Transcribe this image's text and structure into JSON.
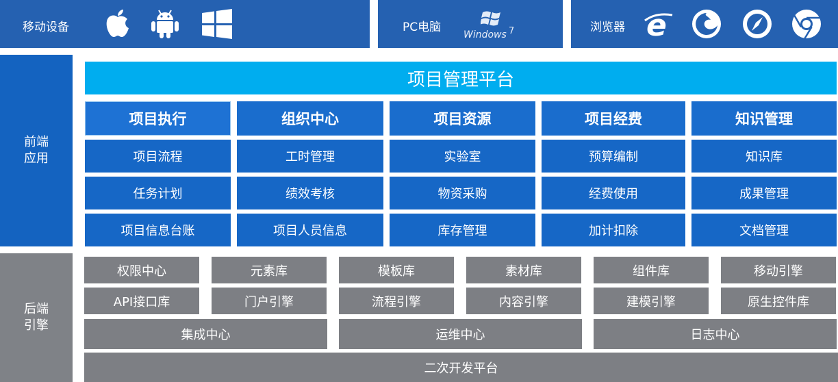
{
  "top": {
    "mobile_label": "移动设备",
    "mobile_icons": [
      "apple-icon",
      "android-icon",
      "windows-icon"
    ],
    "pc_label": "PC电脑",
    "pc_logo_text": "Windows",
    "pc_logo_version": "7",
    "browser_label": "浏览器",
    "browser_icons": [
      "ie-icon",
      "firefox-icon",
      "safari-icon",
      "chrome-icon"
    ]
  },
  "front": {
    "side_label_1": "前端",
    "side_label_2": "应用",
    "platform_title": "项目管理平台",
    "columns": [
      {
        "title": "项目执行",
        "items": [
          "项目流程",
          "任务计划",
          "项目信息台账"
        ]
      },
      {
        "title": "组织中心",
        "items": [
          "工时管理",
          "绩效考核",
          "项目人员信息"
        ]
      },
      {
        "title": "项目资源",
        "items": [
          "实验室",
          "物资采购",
          "库存管理"
        ]
      },
      {
        "title": "项目经费",
        "items": [
          "预算编制",
          "经费使用",
          "加计扣除"
        ]
      },
      {
        "title": "知识管理",
        "items": [
          "知识库",
          "成果管理",
          "文档管理"
        ]
      }
    ]
  },
  "back": {
    "side_label_1": "后端",
    "side_label_2": "引擎",
    "row1": [
      "权限中心",
      "元素库",
      "模板库",
      "素材库",
      "组件库",
      "移动引擎"
    ],
    "row2": [
      "API接口库",
      "门户引擎",
      "流程引擎",
      "内容引擎",
      "建模引擎",
      "原生控件库"
    ],
    "row3": [
      "集成中心",
      "运维中心",
      "日志中心"
    ],
    "base": "二次开发平台"
  },
  "colors": {
    "top_bar": "#2561b1",
    "front_side": "#1463c0",
    "platform": "#00adef",
    "cell_blue": "#1667c6",
    "cell_gray": "#7d7f84"
  }
}
